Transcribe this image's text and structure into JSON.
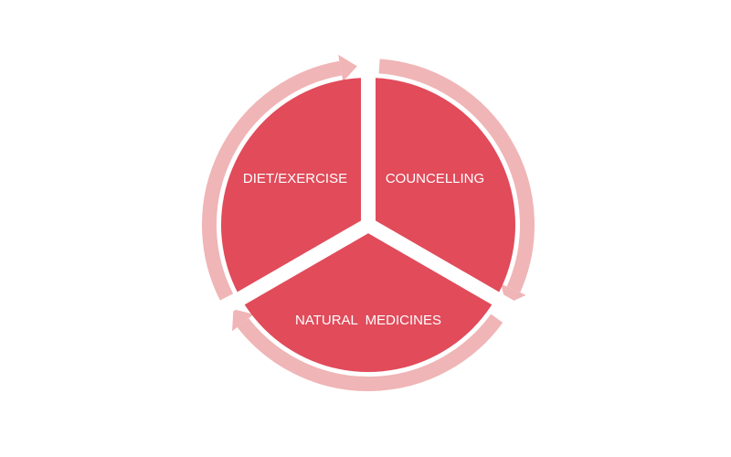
{
  "diagram": {
    "segments": [
      {
        "label": "DIET/EXERCISE"
      },
      {
        "label": "COUNCELLING"
      },
      {
        "label": "NATURAL  MEDICINES"
      }
    ]
  },
  "colors": {
    "segment_fill": "#e14b5a",
    "arrow_ring": "#f0b5b6",
    "divider": "#ffffff",
    "label_text": "#ffffff",
    "background": "#ffffff"
  }
}
